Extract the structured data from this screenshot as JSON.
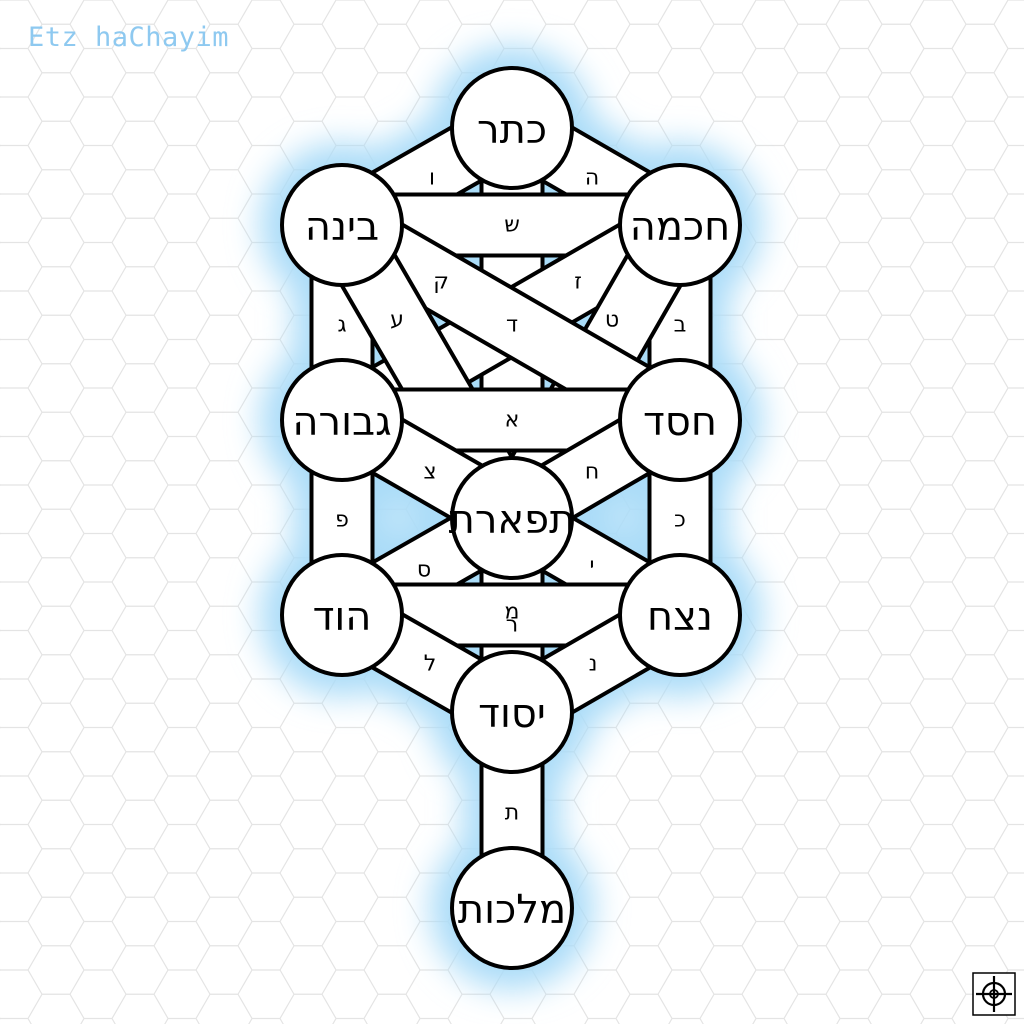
{
  "title": "Etz haChayim",
  "colors": {
    "glow": "#aadcf8",
    "title": "#8ec9f0",
    "stroke": "#000000",
    "fill": "#ffffff",
    "grid": "#e4e4e4"
  },
  "icons": {
    "corner": "crosshair-target-icon"
  },
  "sephirot": [
    {
      "id": "keter",
      "label": "כתר"
    },
    {
      "id": "chokhmah",
      "label": "חכמה"
    },
    {
      "id": "binah",
      "label": "בינה"
    },
    {
      "id": "chesed",
      "label": "חסד"
    },
    {
      "id": "gevurah",
      "label": "גבורה"
    },
    {
      "id": "tiferet",
      "label": "תפארת"
    },
    {
      "id": "netzach",
      "label": "נצח"
    },
    {
      "id": "hod",
      "label": "הוד"
    },
    {
      "id": "yesod",
      "label": "יסוד"
    },
    {
      "id": "malkhut",
      "label": "מלכות"
    }
  ],
  "paths": [
    {
      "from": "keter",
      "to": "chokhmah",
      "letter": "ה"
    },
    {
      "from": "keter",
      "to": "binah",
      "letter": "ו"
    },
    {
      "from": "keter",
      "to": "tiferet",
      "letter": "ד"
    },
    {
      "from": "chokhmah",
      "to": "binah",
      "letter": "ש"
    },
    {
      "from": "chokhmah",
      "to": "chesed",
      "letter": "ב"
    },
    {
      "from": "chokhmah",
      "to": "gevurah",
      "letter": "ז"
    },
    {
      "from": "chokhmah",
      "to": "tiferet",
      "letter": "ט"
    },
    {
      "from": "binah",
      "to": "gevurah",
      "letter": "ג"
    },
    {
      "from": "binah",
      "to": "chesed",
      "letter": "ק"
    },
    {
      "from": "binah",
      "to": "tiferet",
      "letter": "ע"
    },
    {
      "from": "chesed",
      "to": "gevurah",
      "letter": "א"
    },
    {
      "from": "chesed",
      "to": "netzach",
      "letter": "כ"
    },
    {
      "from": "chesed",
      "to": "tiferet",
      "letter": "ח"
    },
    {
      "from": "gevurah",
      "to": "hod",
      "letter": "פ"
    },
    {
      "from": "gevurah",
      "to": "tiferet",
      "letter": "צ"
    },
    {
      "from": "tiferet",
      "to": "netzach",
      "letter": "י"
    },
    {
      "from": "tiferet",
      "to": "hod",
      "letter": "ס"
    },
    {
      "from": "tiferet",
      "to": "yesod",
      "letter": "ר"
    },
    {
      "from": "netzach",
      "to": "hod",
      "letter": "מ"
    },
    {
      "from": "netzach",
      "to": "yesod",
      "letter": "נ"
    },
    {
      "from": "hod",
      "to": "yesod",
      "letter": "ל"
    },
    {
      "from": "yesod",
      "to": "malkhut",
      "letter": "ת"
    }
  ]
}
